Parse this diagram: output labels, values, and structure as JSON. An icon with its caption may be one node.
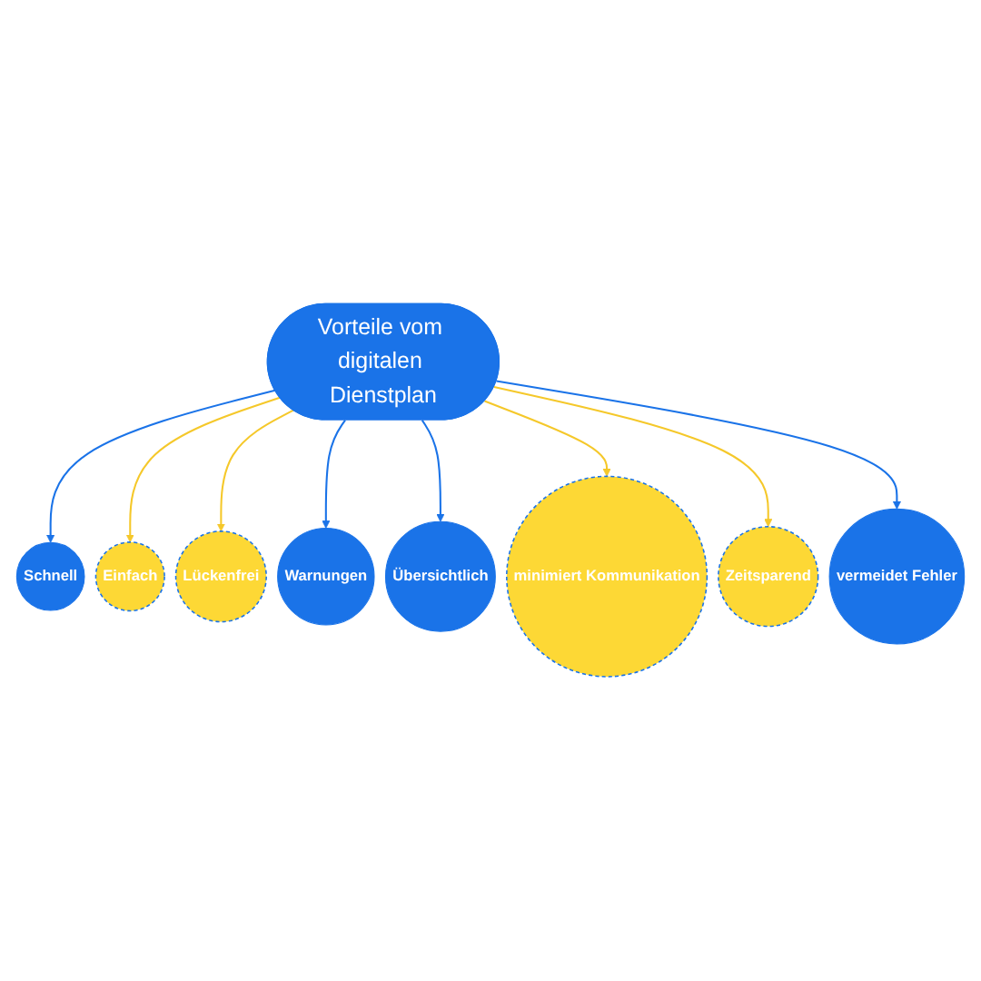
{
  "diagram": {
    "nodes": [
      {
        "text": [
          "Vorteile vom digitalen Dienstplan"
        ]
      },
      {
        "text": [
          "Schnell"
        ]
      },
      {
        "text": [
          "Einfach"
        ]
      },
      {
        "text": [
          "Lückenfrei"
        ]
      },
      {
        "text": [
          "Warnungen"
        ]
      },
      {
        "text": [
          "Übersichtlich"
        ]
      },
      {
        "text": [
          "minimiert Kommunikation"
        ]
      },
      {
        "text": [
          "Zeitsparend"
        ]
      },
      {
        "text": [
          "vermeidet Fehler"
        ]
      }
    ],
    "edges": [
      {
        "from": 0,
        "to": 1,
        "arrow": "to",
        "color": "#1a73e8"
      },
      {
        "from": 0,
        "to": 2,
        "arrow": "to",
        "color": "#f5c82a"
      },
      {
        "from": 0,
        "to": 3,
        "arrow": "to",
        "color": "#f5c82a"
      },
      {
        "from": 0,
        "to": 4,
        "arrow": "to",
        "color": "#1a73e8"
      },
      {
        "from": 0,
        "to": 5,
        "arrow": "to",
        "color": "#1a73e8"
      },
      {
        "from": 0,
        "to": 6,
        "arrow": "to",
        "color": "#f5c82a"
      },
      {
        "from": 0,
        "to": 7,
        "arrow": "to",
        "color": "#f5c82a"
      },
      {
        "from": 0,
        "to": 8,
        "arrow": "to",
        "color": "#1a73e8"
      }
    ]
  }
}
